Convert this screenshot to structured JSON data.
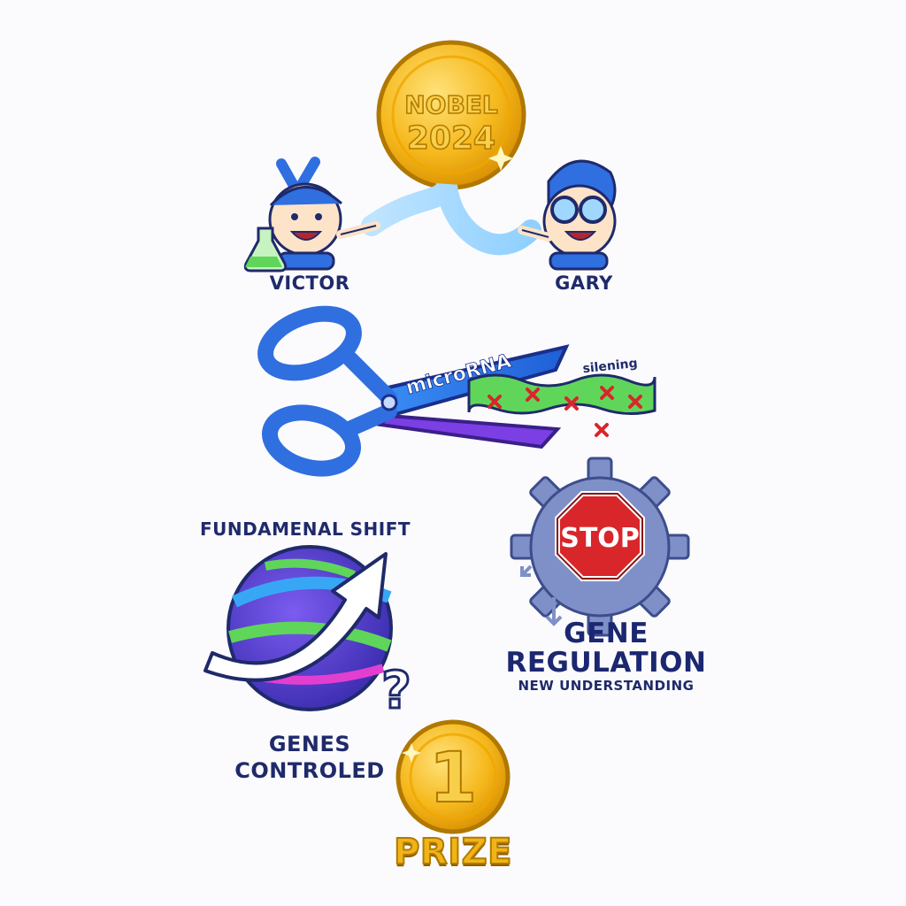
{
  "medal": {
    "line1": "NOBEL",
    "line2": "2024"
  },
  "people": {
    "left": "VICTOR",
    "right": "GARY"
  },
  "scissors": {
    "blade_label": "microRNA",
    "strand_label": "silening"
  },
  "shift": {
    "title": "FUNDAMENAL SHIFT",
    "genes_line1": "GENES",
    "genes_line2": "CONTROLED",
    "question_mark": "?"
  },
  "regulation": {
    "sign": "STOP",
    "title_line1": "GENE",
    "title_line2": "REGULATION",
    "subtitle": "NEW UNDERSTANDING"
  },
  "prize": {
    "number": "1",
    "label": "PRIZE"
  },
  "colors": {
    "gold": "#f5b81c",
    "navy": "#1f2a6b",
    "blue": "#2f6fe0",
    "purple": "#7b3fe4",
    "green": "#5fd65a",
    "red": "#d8262b"
  }
}
